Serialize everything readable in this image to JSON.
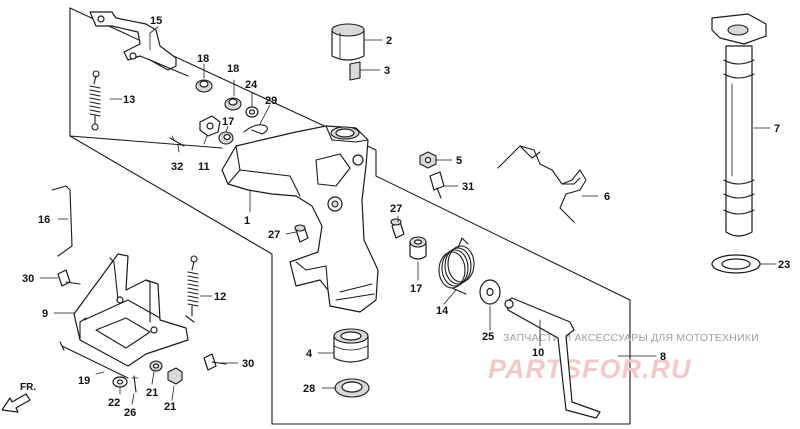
{
  "callouts": {
    "p1": "1",
    "p2": "2",
    "p3": "3",
    "p4": "4",
    "p5": "5",
    "p6": "6",
    "p7": "7",
    "p8": "8",
    "p9": "9",
    "p10": "10",
    "p11": "11",
    "p12": "12",
    "p13": "13",
    "p14": "14",
    "p15": "15",
    "p16": "16",
    "p17a": "17",
    "p17b": "17",
    "p18a": "18",
    "p18b": "18",
    "p19": "19",
    "p21a": "21",
    "p21b": "21",
    "p22": "22",
    "p23": "23",
    "p24": "24",
    "p25": "25",
    "p26": "26",
    "p27a": "27",
    "p27b": "27",
    "p28": "28",
    "p29": "29",
    "p30a": "30",
    "p30b": "30",
    "p31": "31",
    "p32": "32"
  },
  "direction_label": "FR.",
  "watermark": {
    "caption": "ЗАПЧАСТИ И АКСЕССУАРЫ ДЛЯ МОТОТЕХНИКИ",
    "brand": "PARTSFOR.RU"
  },
  "colors": {
    "watermark_brand": "#f2c9c9",
    "watermark_caption": "#9aa0a6",
    "linework": "#1a1a1a"
  }
}
